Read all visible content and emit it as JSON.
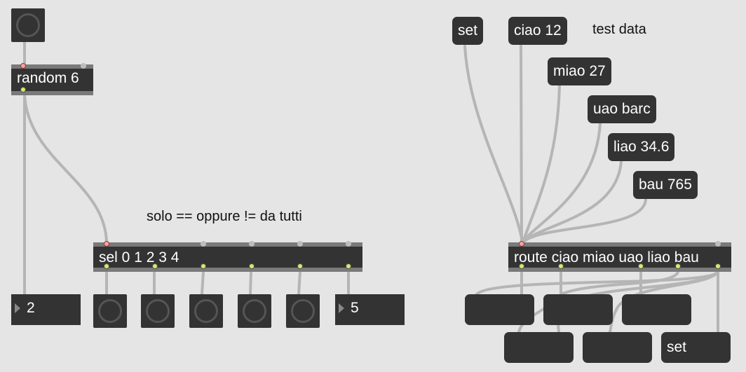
{
  "patch": {
    "random_object": "random 6",
    "sel_object": "sel 0 1 2 3 4",
    "route_object": "route ciao miao uao liao bau",
    "comment_sel": "solo == oppure != da tutti",
    "comment_test": "test data",
    "number_left_value": "2",
    "number_right_value": "5",
    "messages": {
      "set_top": "set",
      "ciao": "ciao 12",
      "miao": "miao 27",
      "uao": "uao barc",
      "liao": "liao 34.6",
      "bau": "bau 765",
      "out_empty_1": "",
      "out_empty_2": "",
      "out_empty_3": "",
      "out_empty_4": "",
      "out_empty_5": "",
      "set_bottom": "set"
    }
  },
  "colors": {
    "canvas": "#e5e5e5",
    "object": "#333333",
    "patchcord": "#b0b0b0",
    "outlet": "#d9e86b",
    "hot_inlet": "#f3a3a3"
  }
}
